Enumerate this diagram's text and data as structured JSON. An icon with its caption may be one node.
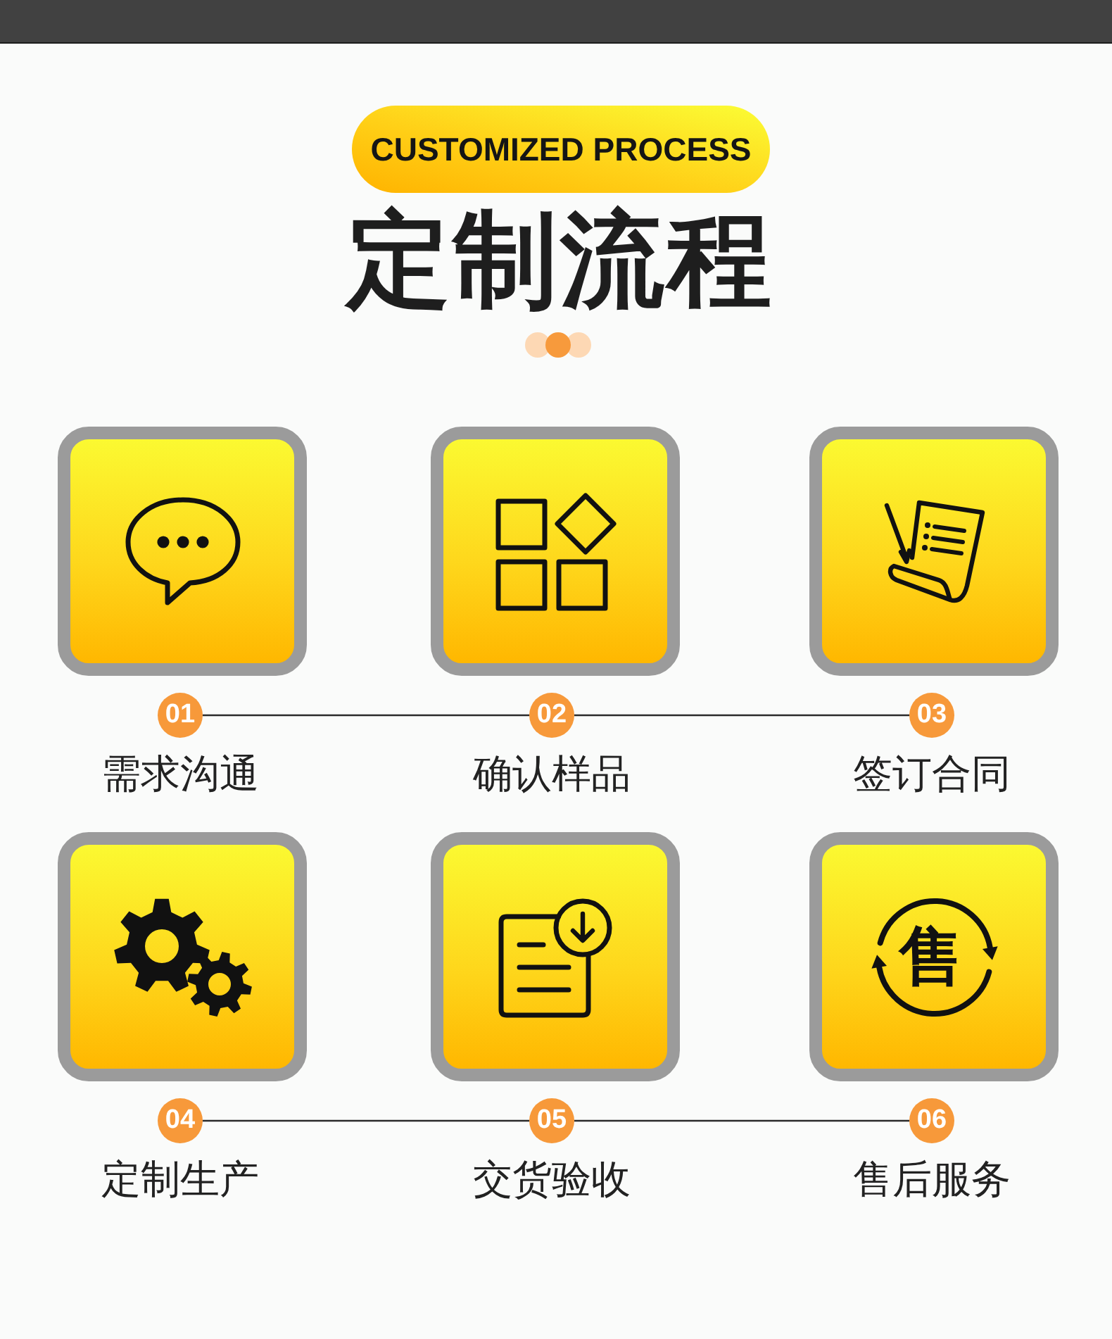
{
  "diagram": {
    "title": "定制流程",
    "nodes": [
      {
        "text": [
          "CUSTOMIZED PROCESS"
        ]
      },
      {
        "text": [],
        "shape": "box"
      },
      {
        "text": [],
        "shape": "box"
      },
      {
        "text": [],
        "shape": "box"
      },
      {
        "text": [
          "01"
        ],
        "beside": [
          "需求沟通"
        ]
      },
      {
        "text": [
          "02"
        ],
        "beside": [
          "确认样品"
        ]
      },
      {
        "text": [
          "03"
        ],
        "beside": [
          "签订合同"
        ]
      },
      {
        "text": [],
        "shape": "box"
      },
      {
        "text": [],
        "shape": "box"
      },
      {
        "text": [
          "售"
        ]
      },
      {
        "text": [
          "04"
        ],
        "beside": [
          "定制生产"
        ]
      },
      {
        "text": [
          "05"
        ],
        "beside": [
          "交货验收"
        ]
      },
      {
        "text": [
          "06"
        ],
        "beside": [
          "售后服务"
        ]
      }
    ],
    "edges": [
      {
        "from": 4,
        "to": 5,
        "arrow": "none"
      },
      {
        "from": 5,
        "to": 6,
        "arrow": "none"
      },
      {
        "from": 10,
        "to": 11,
        "arrow": "none"
      },
      {
        "from": 11,
        "to": 12,
        "arrow": "none"
      }
    ]
  }
}
